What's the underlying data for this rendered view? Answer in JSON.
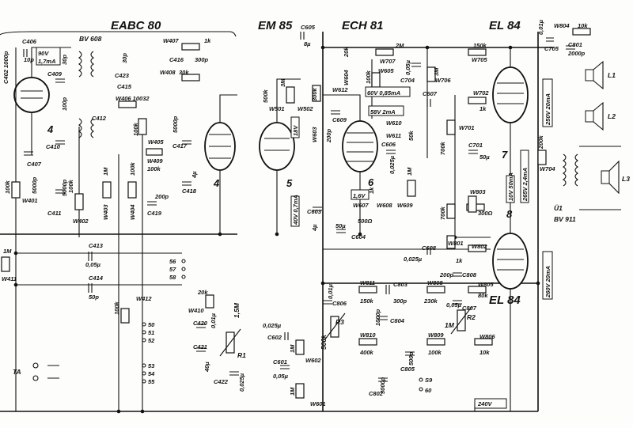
{
  "tubes": {
    "t1": "EABC 80",
    "t2": "EM 85",
    "t3": "ECH 81",
    "t4": "EL 84",
    "t5": "EL 84"
  },
  "stage_numbers": {
    "n4a": "4",
    "n4b": "4",
    "n5": "5",
    "n6": "6",
    "n7": "7",
    "n8": "8"
  },
  "capacitors": {
    "C406": "C406",
    "C405_val": "10p",
    "C402": "C402 1000p",
    "C407": "C407",
    "C407_val": "5000p",
    "C409": "C409",
    "C409_val": "30p",
    "C410": "C410",
    "C411": "C411",
    "C411_val": "5000p",
    "C412": "C412",
    "C412_val": "100p",
    "C413": "C413",
    "C413_val": "0,05µ",
    "C414": "C414",
    "C414_val": "50p",
    "C415": "C415",
    "C416": "C416",
    "C416_val": "300p",
    "C417": "C417",
    "C417_val": "5000p",
    "C418": "C418",
    "C418_val": "4µ",
    "C419": "C419",
    "C419_val": "200p",
    "C420": "C420",
    "C420_val": "0,01µ",
    "C421": "C421",
    "C421_val": "40µ",
    "C422": "C422",
    "C422_val": "0,025µ",
    "C423": "C423",
    "C423_val": "30p",
    "C601": "C601",
    "C601_val": "0,05µ",
    "C602": "C602",
    "C602_val": "0,025µ",
    "C603": "C603",
    "C603_val": "4µ",
    "C604": "C604",
    "C604_val": "50µ",
    "C605": "C605",
    "C605_val": "8µ",
    "C606": "C606",
    "C606_val": "0,025µ",
    "C607": "C607",
    "C608": "C608",
    "C608_val": "0,025µ",
    "C609": "C609",
    "C609_val": "200p",
    "C701": "C701",
    "C701_val": "50µ",
    "C704": "C704",
    "C704_val": "0,05µ",
    "C705": "C705",
    "C705_val": "0,01µ",
    "C801": "C801",
    "C801_val": "2000p",
    "C802": "C802",
    "C802_val": "3000p",
    "C803": "C803",
    "C803_val": "300p",
    "C804": "C804",
    "C804_val": "1000p",
    "C805": "C805",
    "C805_val": "500p",
    "C806": "C806",
    "C806_val": "0,01µ",
    "C807": "C807",
    "C807_val": "0,05µ",
    "C808": "C808",
    "C808_val": "200p"
  },
  "resistors": {
    "W401": "W401",
    "W401_val": "100k",
    "W402": "W402",
    "W402_val": "100k",
    "W403": "W403",
    "W403_val": "1M",
    "W404": "W404",
    "W404_val": "100k",
    "W405": "W405",
    "W405_val": "100k",
    "W406": "W406 10032",
    "W407": "W407",
    "W407_val": "1k",
    "W408": "W408",
    "W408_val": "30k",
    "W409": "W409",
    "W409_val": "100k",
    "W410": "W410",
    "W410_val": "20k",
    "W411": "W411",
    "W411_val": "1M",
    "W412": "W412",
    "W412_val": "100k",
    "W501": "W501",
    "W501_val": "500k",
    "W502": "W502",
    "W502_val": "3M",
    "W601": "W601",
    "W601_val": "1M",
    "W602": "W602",
    "W602_val": "1M",
    "W603": "W603",
    "W603_val": "300k",
    "W604": "W604",
    "W604_val": "20k",
    "W605": "W605",
    "W605_val": "100k",
    "W607": "W607",
    "W607_val": "500Ω",
    "W608": "W608",
    "W608_val": "1k",
    "W609": "W609",
    "W609_val": "1M",
    "W610": "W610",
    "W611": "W611",
    "W611_val": "50k",
    "W612": "W612",
    "W701": "W701",
    "W701_val": "700k",
    "W702": "W702",
    "W702_val": "1k",
    "W704": "W704",
    "W704_val": "200k",
    "W705": "W705",
    "W705_val": "150k",
    "W706": "W706",
    "W706_val": "3M",
    "W707": "W707",
    "W707_val": "2M",
    "W801": "W801",
    "W801_val": "700k",
    "W802": "W802",
    "W802_val": "1k",
    "W803": "W803",
    "W803_val": "300Ω",
    "W804": "W804",
    "W804_val": "10k",
    "W805": "W805",
    "W805_val": "80k",
    "W806": "W806",
    "W806_val": "10k",
    "W808": "W808",
    "W808_val": "230k",
    "W809": "W809",
    "W809_val": "100k",
    "W810": "W810",
    "W810_val": "400k",
    "W811": "W811",
    "W811_val": "150k"
  },
  "other": {
    "bv608": "BV 608",
    "bv911": "BV 911",
    "u1": "Ü1",
    "r1": "R1",
    "r2": "R2",
    "r3": "R3",
    "l1": "L1",
    "l2": "L2",
    "l3": "L3",
    "ta": "TA",
    "r1_val": "1,5M",
    "r2_val": "1M",
    "r3_val": "500k",
    "s50": "50",
    "s51": "51",
    "s52": "52",
    "s53": "53",
    "s54": "54",
    "s55": "55",
    "s56": "56",
    "s57": "57",
    "s58": "58",
    "s59": "S9",
    "s60": "60"
  },
  "annotations": {
    "v90": "90V",
    "ma17": "1,7mA",
    "v18": "18V",
    "v60": "60V 0,85mA",
    "v58": "58V 2mA",
    "v16": "1,6V",
    "v40": "40V 0,7mA",
    "v250": "250V 20mA",
    "v265": "265V 2,4mA",
    "v10": "10V 50mA",
    "v260": "260V 20mA",
    "v240": "240V"
  }
}
